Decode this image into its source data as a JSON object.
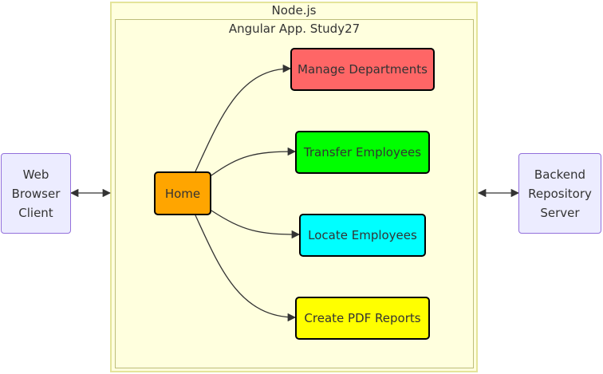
{
  "clusters": {
    "outer_title": "Node.js",
    "inner_title": "Angular App. Study27"
  },
  "nodes": {
    "client": {
      "label": "Web\nBrowser\nClient"
    },
    "server": {
      "label": "Backend\nRepository\nServer"
    },
    "home": {
      "label": "Home",
      "color": "#ffa500"
    },
    "manage": {
      "label": "Manage Departments",
      "color": "#ff6666"
    },
    "transfer": {
      "label": "Transfer Employees",
      "color": "#00ff00"
    },
    "locate": {
      "label": "Locate Employees",
      "color": "#00ffff"
    },
    "reports": {
      "label": "Create PDF Reports",
      "color": "#ffff00"
    }
  },
  "colors": {
    "cluster_fill": "#ffffde",
    "cluster_border": "#e4e49a",
    "external_fill": "#ececff",
    "external_border": "#9370db",
    "edge": "#333333"
  }
}
